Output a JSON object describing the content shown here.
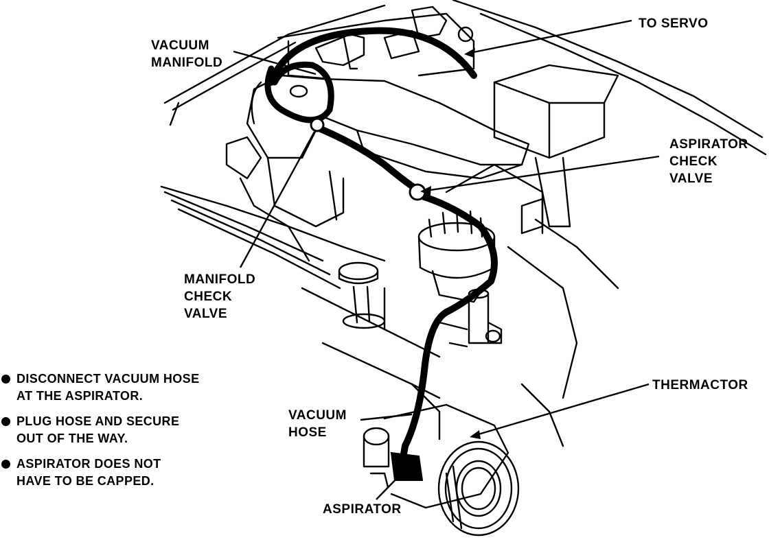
{
  "labels": {
    "to_servo": "TO SERVO",
    "vacuum_manifold": [
      "VACUUM",
      "MANIFOLD"
    ],
    "aspirator_check_valve": [
      "ASPIRATOR",
      "CHECK",
      "VALVE"
    ],
    "manifold_check_valve": [
      "MANIFOLD",
      "CHECK",
      "VALVE"
    ],
    "thermactor": "THERMACTOR",
    "vacuum_hose": [
      "VACUUM",
      "HOSE"
    ],
    "aspirator": "ASPIRATOR"
  },
  "notes": [
    [
      "DISCONNECT VACUUM HOSE",
      "AT THE ASPIRATOR."
    ],
    [
      "PLUG HOSE AND SECURE",
      "OUT OF THE WAY."
    ],
    [
      "ASPIRATOR DOES NOT",
      "HAVE TO BE CAPPED."
    ]
  ]
}
